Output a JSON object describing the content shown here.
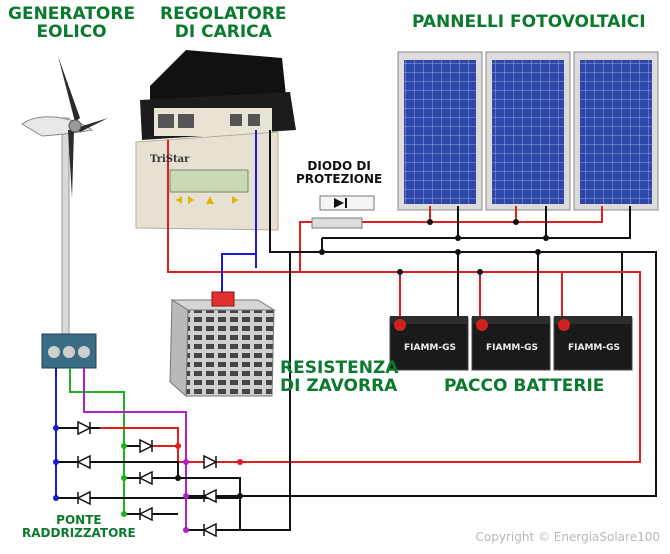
{
  "labels": {
    "wind_generator": [
      "GENERATORE",
      "EOLICO"
    ],
    "charge_controller": [
      "REGOLATORE",
      "DI CARICA"
    ],
    "pv_panels": "PANNELLI FOTOVOLTAICI",
    "protection_diode": [
      "DIODO DI",
      "PROTEZIONE"
    ],
    "dump_load": [
      "RESISTENZA",
      "DI ZAVORRA"
    ],
    "battery_pack": "PACCO BATTERIE",
    "rectifier_bridge": [
      "PONTE",
      "RADDRIZZATORE"
    ]
  },
  "controller_brand": "TriStar",
  "battery_brand": "FIAMM-GS",
  "copyright": "Copyright © EnergiaSolare100",
  "colors": {
    "label_green": "#0c7a2e",
    "positive_wire": "#e02020",
    "negative_wire": "#111111",
    "phase_blue": "#1a1ad0",
    "phase_green": "#1fb01f",
    "phase_purple": "#b020c8",
    "panel_blue": "#2a3f9a"
  }
}
